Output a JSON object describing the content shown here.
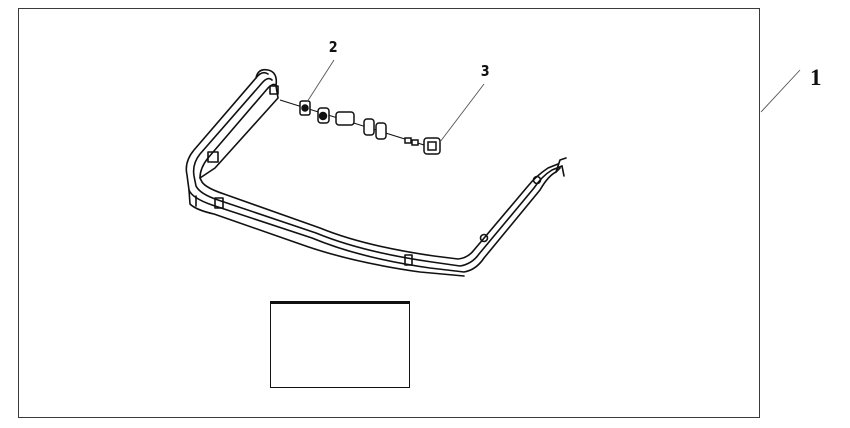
{
  "diagram": {
    "type": "exploded-parts-view",
    "colors": {
      "line": "#111111",
      "frame": "#3a3a3a",
      "leader": "#555555",
      "background": "#ffffff"
    },
    "callouts": [
      {
        "number": "1",
        "target": "assembly-kit"
      },
      {
        "number": "2",
        "target": "nut-washer-stack"
      },
      {
        "number": "3",
        "target": "bolt"
      }
    ],
    "parts": [
      "bumper-bracket",
      "mounting-hardware"
    ]
  }
}
